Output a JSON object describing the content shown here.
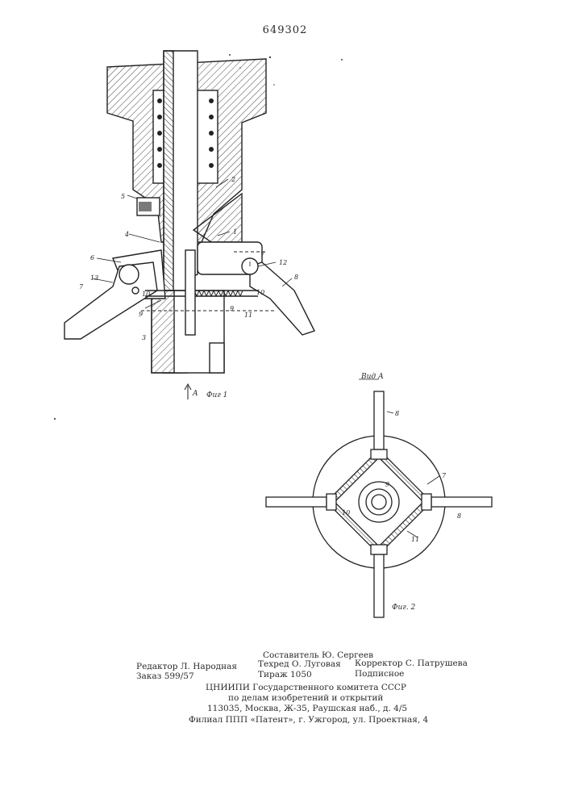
{
  "document": {
    "patent_number": "649302",
    "figure1": {
      "caption": "Фиг 1",
      "view_marker": "A",
      "part_labels": [
        "1",
        "2",
        "3",
        "4",
        "5",
        "6",
        "7",
        "7",
        "8",
        "9",
        "9",
        "10",
        "10",
        "11",
        "12",
        "13"
      ]
    },
    "figure2": {
      "caption": "Фиг. 2",
      "view_title": "Вид А",
      "part_labels": [
        "8",
        "7",
        "8",
        "9",
        "10",
        "11"
      ]
    },
    "imprint": {
      "compiler": "Составитель Ю. Сергеев",
      "editor": "Редактор Л. Народная",
      "techred": "Техред О. Луговая",
      "corrector": "Корректор С. Патрушева",
      "order": "Заказ 599/57",
      "circulation": "Тираж 1050",
      "subscription": "Подписное",
      "org_line1": "ЦНИИПИ Государственного комитета СССР",
      "org_line2": "по делам изобретений и открытий",
      "address": "113035, Москва, Ж-35, Раушская наб., д. 4/5",
      "branch": "Филиал ППП «Патент», г. Ужгород, ул. Проектная, 4"
    }
  }
}
